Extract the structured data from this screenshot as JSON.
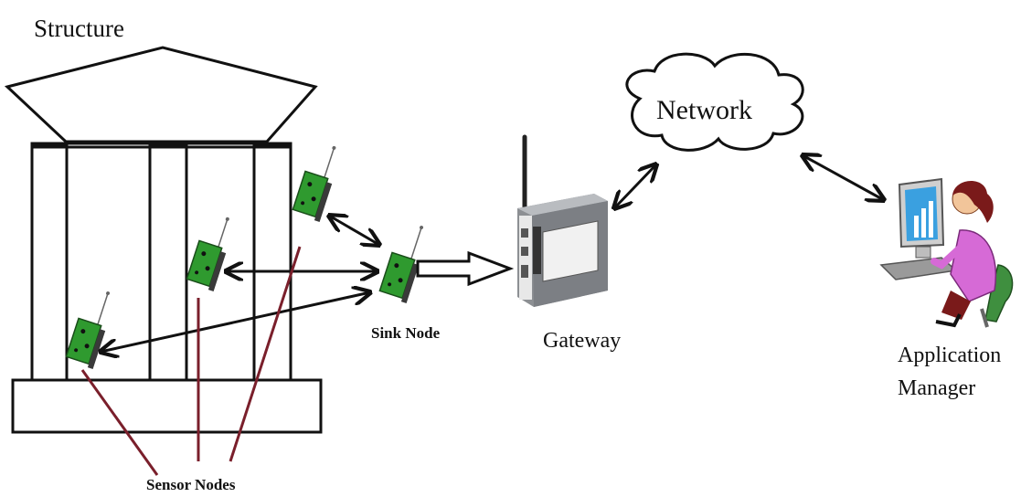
{
  "labels": {
    "structure": "Structure",
    "network": "Network",
    "sink_node": "Sink Node",
    "gateway": "Gateway",
    "application_line1": "Application",
    "application_line2": "Manager",
    "sensor_nodes": "Sensor Nodes"
  },
  "colors": {
    "outline": "#111111",
    "node_green": "#2f9a2f",
    "node_dark": "#3a3a3a",
    "leader_line": "#7a1f2b",
    "gateway_body": "#8c8f93",
    "person_hair": "#7a1a1a",
    "person_shirt": "#d66ad6",
    "chair": "#3f8f3f",
    "monitor_screen": "#3aa0e0"
  },
  "icons": {
    "gateway": "gateway-device-icon",
    "application_manager": "person-at-computer-icon",
    "network": "cloud-icon"
  }
}
